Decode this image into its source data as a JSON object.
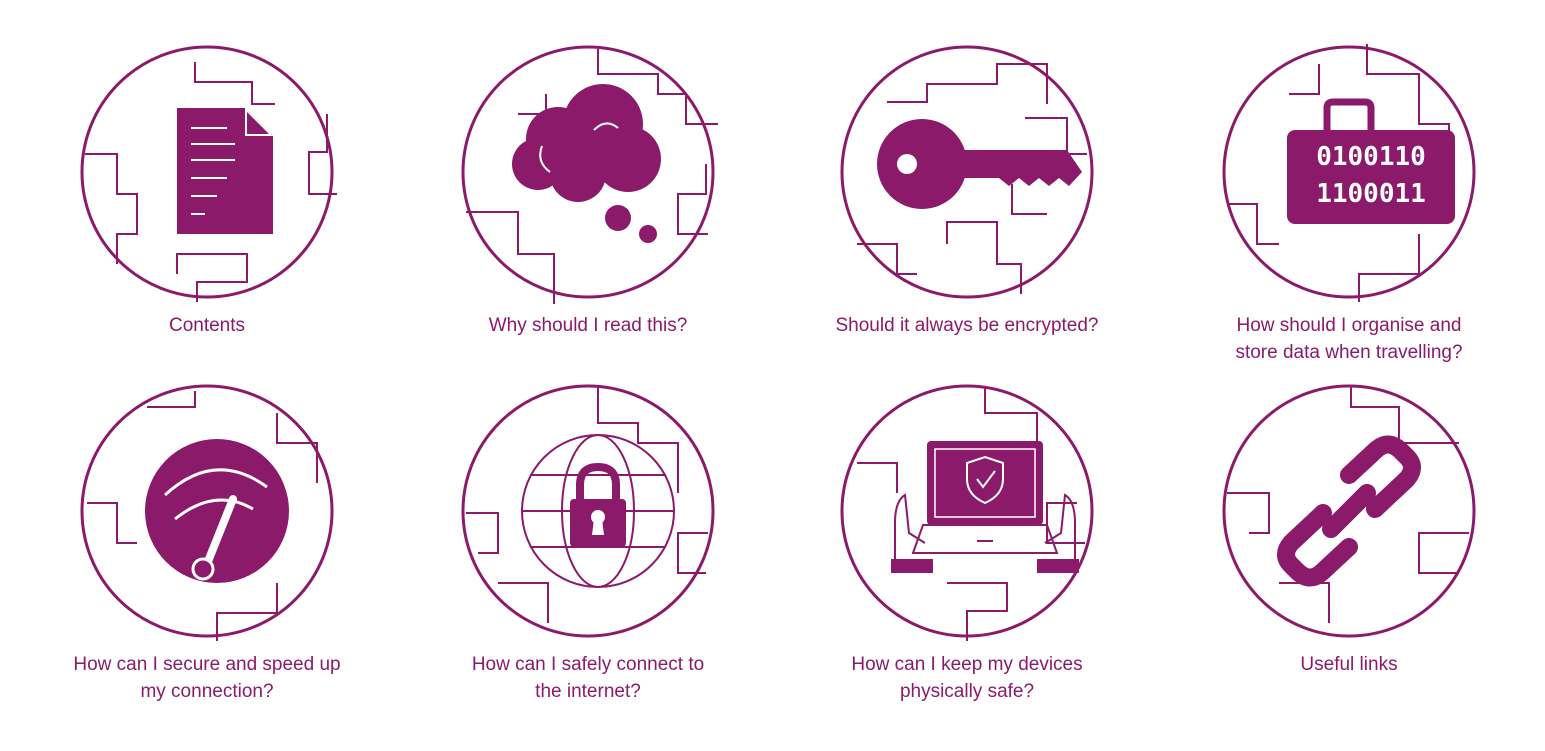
{
  "theme": {
    "accent": "#8b1a6b",
    "background": "#ffffff"
  },
  "tiles": [
    {
      "label": "Contents",
      "icon": "document-icon"
    },
    {
      "label": "Why should I read this?",
      "icon": "thought-cloud-icon"
    },
    {
      "label": "Should it always be encrypted?",
      "icon": "key-icon"
    },
    {
      "label": "How should I organise and\nstore data when travelling?",
      "icon": "binary-briefcase-icon"
    },
    {
      "label": "How can I secure and speed up\nmy connection?",
      "icon": "speed-gauge-icon"
    },
    {
      "label": "How can I safely connect to\nthe internet?",
      "icon": "globe-padlock-icon"
    },
    {
      "label": "How can I keep my devices\nphysically safe?",
      "icon": "laptop-shield-icon"
    },
    {
      "label": "Useful links",
      "icon": "chain-link-icon"
    }
  ],
  "binary": {
    "line1": "0100110",
    "line2": "1100011"
  }
}
